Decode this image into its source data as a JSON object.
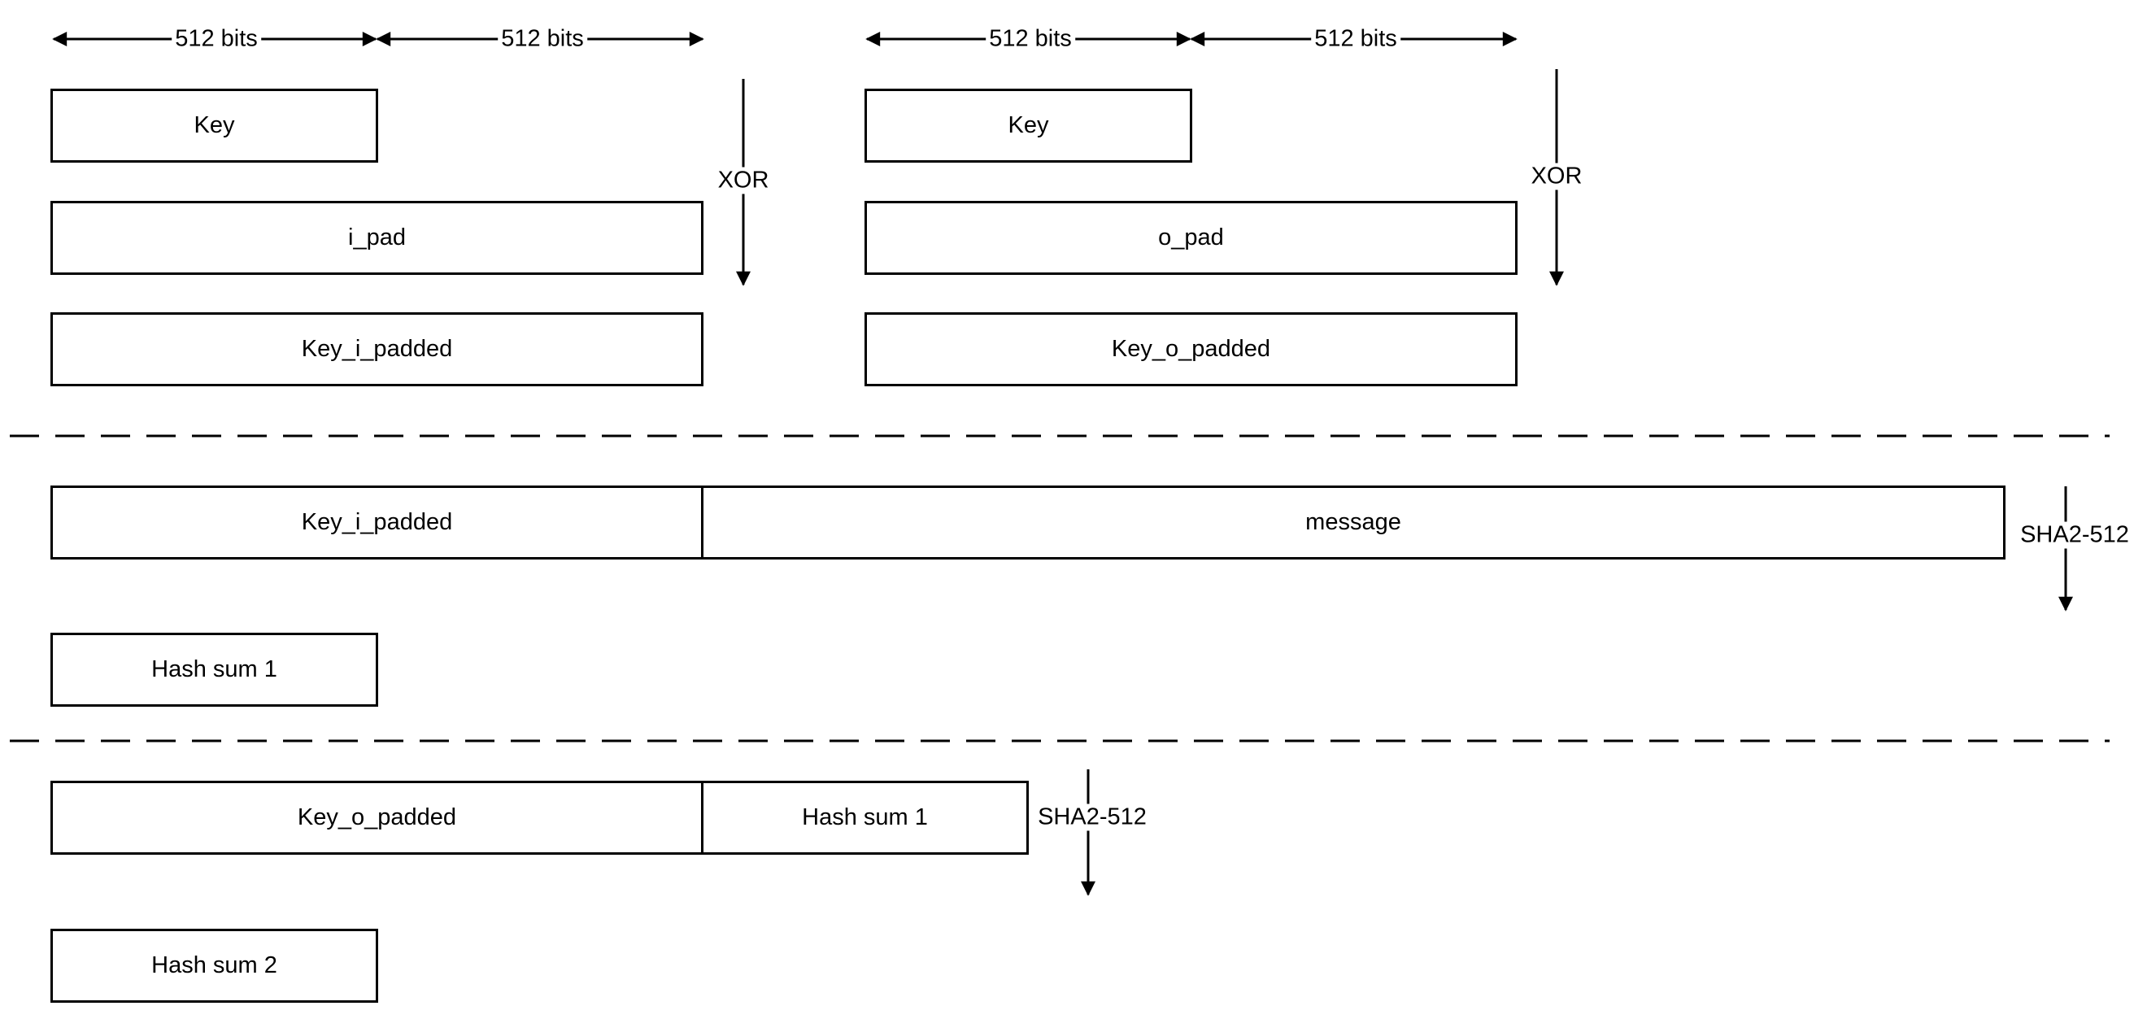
{
  "top": {
    "inner": {
      "width_labels": [
        "512 bits",
        "512 bits"
      ],
      "key_label": "Key",
      "pad_label": "i_pad",
      "result_label": "Key_i_padded",
      "operation": "XOR"
    },
    "outer": {
      "width_labels": [
        "512 bits",
        "512 bits"
      ],
      "key_label": "Key",
      "pad_label": "o_pad",
      "result_label": "Key_o_padded",
      "operation": "XOR"
    }
  },
  "middle": {
    "padded_label": "Key_i_padded",
    "message_label": "message",
    "operation": "SHA2-512",
    "result_label": "Hash sum 1"
  },
  "bottom": {
    "padded_label": "Key_o_padded",
    "hash_label": "Hash sum 1",
    "operation": "SHA2-512",
    "result_label": "Hash sum 2"
  }
}
